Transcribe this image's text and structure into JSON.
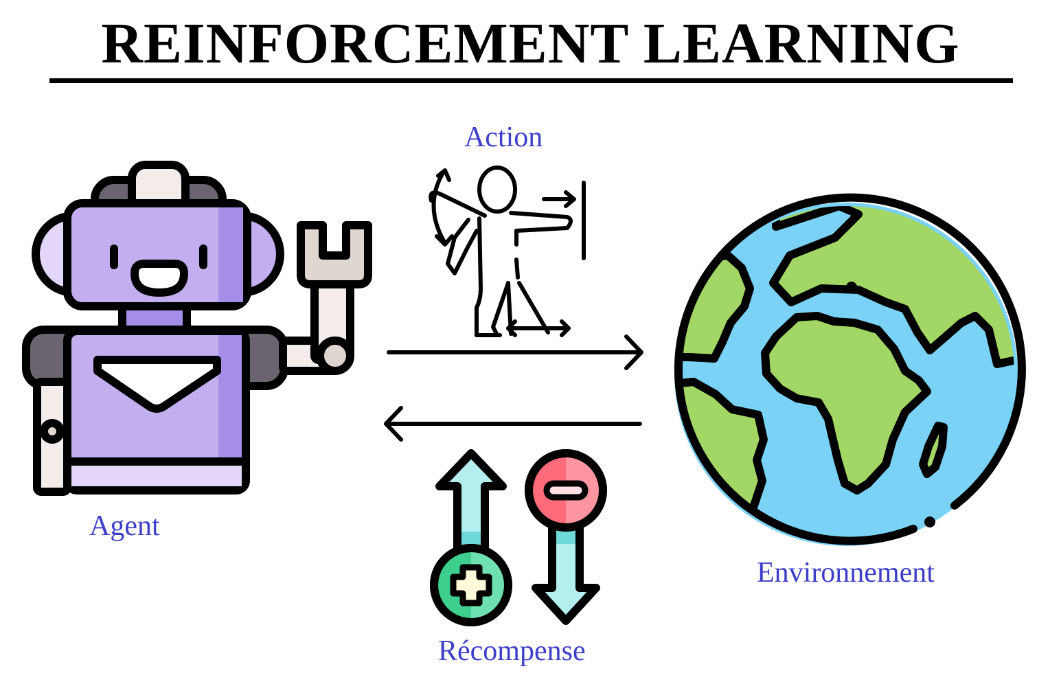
{
  "title": "REINFORCEMENT LEARNING",
  "labels": {
    "action": "Action",
    "agent": "Agent",
    "environment": "Environnement",
    "reward": "Récompense"
  },
  "colors": {
    "label_text": "#3d3fc9",
    "robot_body": "#c3aff0",
    "robot_shade": "#a48ee8",
    "robot_grey": "#6c6370",
    "earth_ocean": "#7ad2f6",
    "earth_land": "#a3d765",
    "plus_green": "#3ecf8e",
    "minus_red": "#ff6b7a",
    "arrow_cyan": "#b3efef"
  },
  "icons": {
    "agent": "robot-icon",
    "action": "archer-icon",
    "environment": "earth-globe-icon",
    "reward_positive": "plus-up-arrow-icon",
    "reward_negative": "minus-down-arrow-icon"
  }
}
